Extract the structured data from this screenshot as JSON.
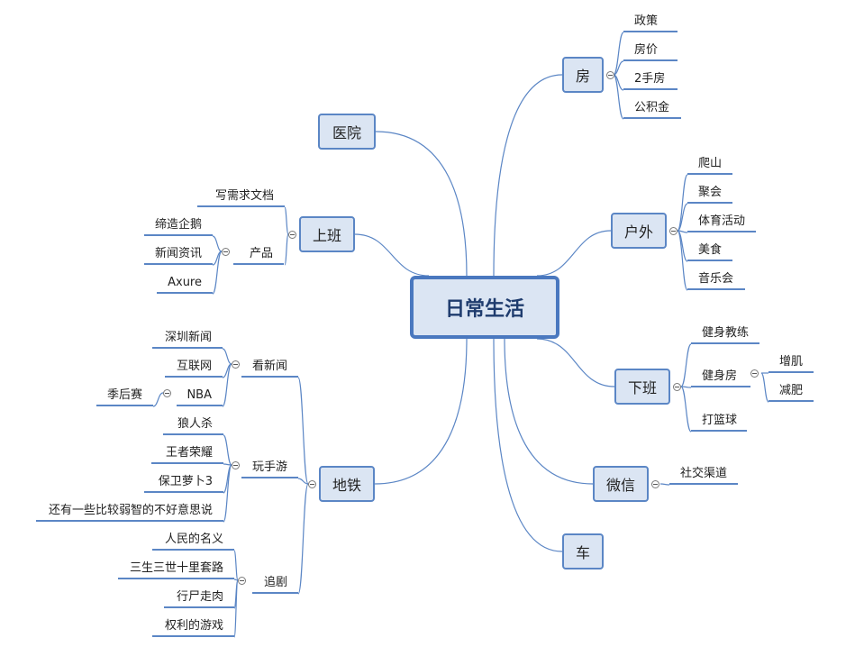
{
  "root": "日常生活",
  "branches": {
    "fang": {
      "label": "房",
      "children": [
        "政策",
        "房价",
        "2手房",
        "公积金"
      ]
    },
    "huwai": {
      "label": "户外",
      "children": [
        "爬山",
        "聚会",
        "体育活动",
        "美食",
        "音乐会"
      ]
    },
    "xiaban": {
      "label": "下班",
      "children": [
        "健身教练",
        "健身房",
        "打篮球"
      ],
      "gym_children": [
        "增肌",
        "减肥"
      ]
    },
    "weixin": {
      "label": "微信",
      "children": [
        "社交渠道"
      ]
    },
    "che": {
      "label": "车"
    },
    "yiyuan": {
      "label": "医院"
    },
    "shangban": {
      "label": "上班",
      "children": [
        "写需求文档",
        "产品"
      ],
      "product_children": [
        "缔造企鹅",
        "新闻资讯",
        "Axure"
      ]
    },
    "ditie": {
      "label": "地铁",
      "children": [
        "看新闻",
        "玩手游",
        "追剧"
      ],
      "news_children": [
        "深圳新闻",
        "互联网",
        "NBA"
      ],
      "nba_children": [
        "季后赛"
      ],
      "games_children": [
        "狼人杀",
        "王者荣耀",
        "保卫萝卜3",
        "还有一些比较弱智的不好意思说"
      ],
      "drama_children": [
        "人民的名义",
        "三生三世十里套路",
        "行尸走肉",
        "权利的游戏"
      ]
    }
  }
}
